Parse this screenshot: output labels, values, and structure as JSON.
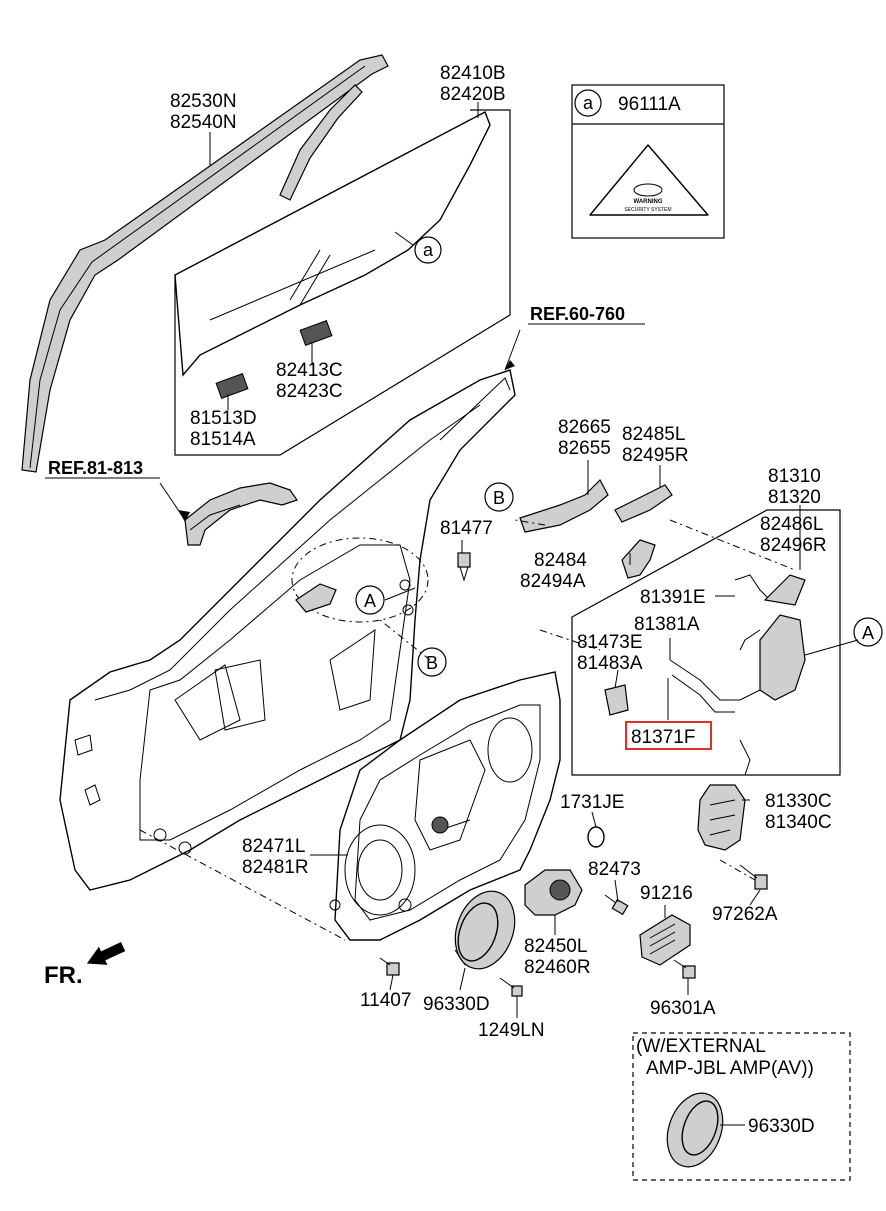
{
  "labels": {
    "l_82530N": "82530N",
    "l_82540N": "82540N",
    "l_82410B": "82410B",
    "l_82420B": "82420B",
    "l_96111A": "96111A",
    "l_82413C": "82413C",
    "l_82423C": "82423C",
    "l_81513D": "81513D",
    "l_81514A": "81514A",
    "l_ref60760": "REF.60-760",
    "l_ref81813": "REF.81-813",
    "l_81477": "81477",
    "l_82665": "82665",
    "l_82655": "82655",
    "l_82485L": "82485L",
    "l_82495R": "82495R",
    "l_82484": "82484",
    "l_82494A": "82494A",
    "l_81310": "81310",
    "l_81320": "81320",
    "l_82486L": "82486L",
    "l_82496R": "82496R",
    "l_81391E": "81391E",
    "l_81381A": "81381A",
    "l_81473E": "81473E",
    "l_81483A": "81483A",
    "l_81371F": "81371F",
    "l_1731JE": "1731JE",
    "l_81330C": "81330C",
    "l_81340C": "81340C",
    "l_82471L": "82471L",
    "l_82481R": "82481R",
    "l_82473": "82473",
    "l_91216": "91216",
    "l_97262A": "97262A",
    "l_82450L": "82450L",
    "l_82460R": "82460R",
    "l_11407": "11407",
    "l_96330D": "96330D",
    "l_1249LN": "1249LN",
    "l_96301A": "96301A",
    "l_wext1": "(W/EXTERNAL",
    "l_wext2": "AMP-JBL AMP(AV))",
    "l_96330D_b": "96330D",
    "fr": "FR."
  },
  "callouts": {
    "a_small": "a",
    "a_box": "a",
    "A_left": "A",
    "A_right": "A",
    "B_upper": "B",
    "B_lower": "B"
  },
  "highlight": {
    "part": "81371F",
    "color": "#e0302a"
  },
  "warning_sticker": {
    "line1": "WARNING",
    "line2": "SECURITY SYSTEM"
  }
}
